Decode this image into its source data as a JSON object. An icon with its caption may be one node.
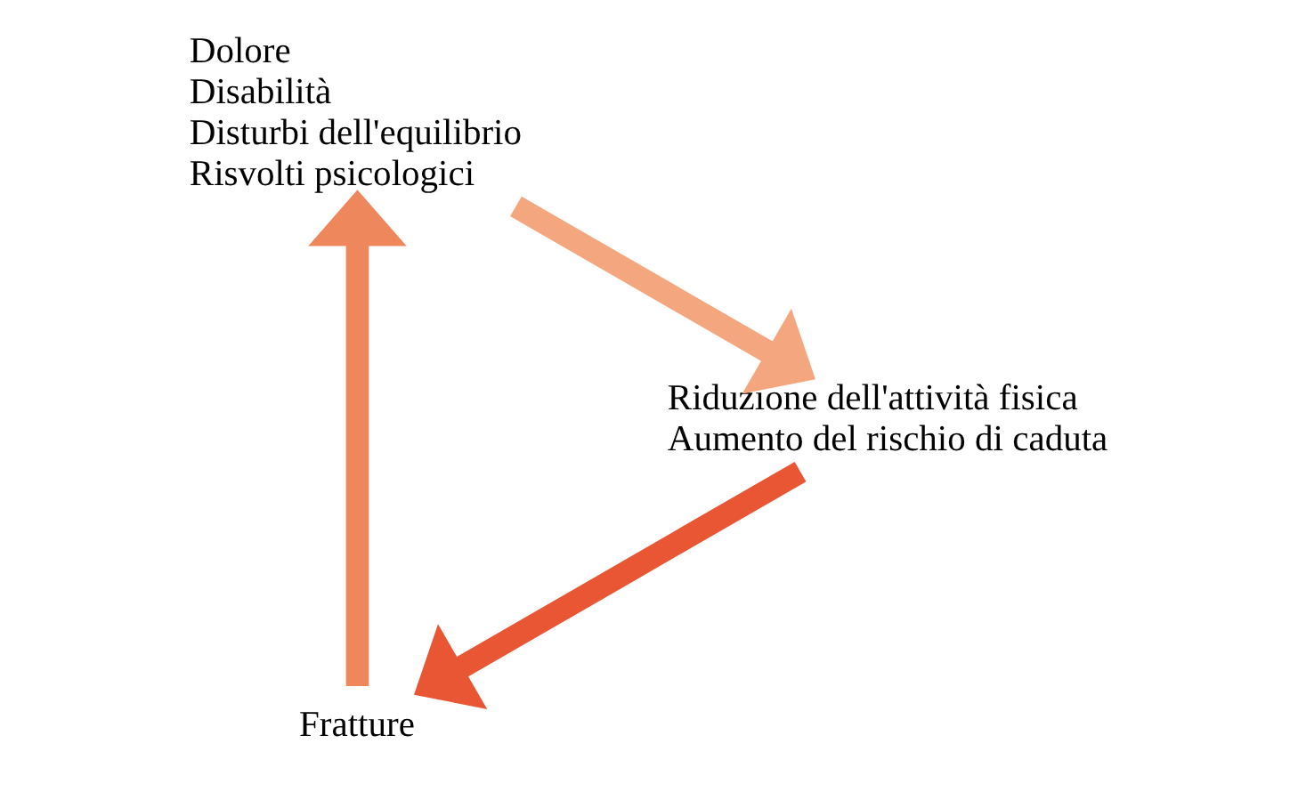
{
  "diagram": {
    "nodes": [
      {
        "text": [
          "Fratture"
        ]
      },
      {
        "text": [
          "Riduzione dell'attività fisica",
          "Aumento del rischio di caduta"
        ]
      },
      {
        "text": [
          "Dolore",
          "Disabilità",
          "Disturbi dell'equilibrio",
          "Risvolti psicologici"
        ]
      }
    ],
    "edges": [
      {
        "from": 1,
        "to": 0,
        "arrow": "to",
        "color": "#e85633"
      },
      {
        "from": 0,
        "to": 2,
        "arrow": "to",
        "color": "#ee875c"
      },
      {
        "from": 2,
        "to": 1,
        "arrow": "to",
        "color": "#f4a77f"
      }
    ]
  }
}
